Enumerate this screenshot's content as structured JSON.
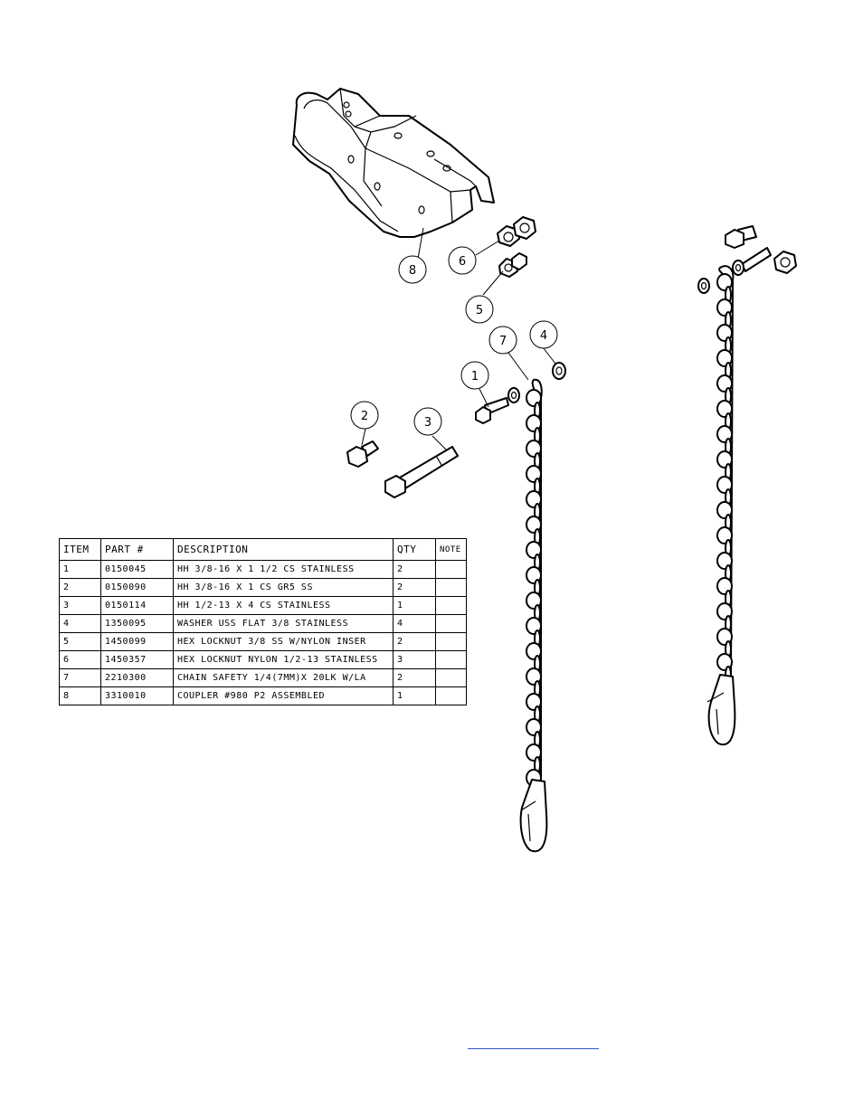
{
  "callouts": {
    "c1": "1",
    "c2": "2",
    "c3": "3",
    "c4": "4",
    "c5": "5",
    "c6": "6",
    "c7": "7",
    "c8": "8"
  },
  "bom": {
    "headers": [
      "ITEM",
      "PART #",
      "DESCRIPTION",
      "QTY",
      "NOTE"
    ],
    "rows": [
      {
        "item": "1",
        "part": "0150045",
        "desc": "HH 3/8-16 X 1 1/2 CS STAINLESS",
        "qty": "2",
        "note": ""
      },
      {
        "item": "2",
        "part": "0150090",
        "desc": "HH 3/8-16 X 1 CS GR5 SS",
        "qty": "2",
        "note": ""
      },
      {
        "item": "3",
        "part": "0150114",
        "desc": "HH 1/2-13 X 4 CS STAINLESS",
        "qty": "1",
        "note": ""
      },
      {
        "item": "4",
        "part": "1350095",
        "desc": "WASHER USS FLAT 3/8 STAINLESS",
        "qty": "4",
        "note": ""
      },
      {
        "item": "5",
        "part": "1450099",
        "desc": "HEX LOCKNUT 3/8 SS W/NYLON INSER",
        "qty": "2",
        "note": ""
      },
      {
        "item": "6",
        "part": "1450357",
        "desc": "HEX LOCKNUT NYLON 1/2-13 STAINLESS",
        "qty": "3",
        "note": ""
      },
      {
        "item": "7",
        "part": "2210300",
        "desc": "CHAIN SAFETY 1/4(7MM)X 20LK W/LA",
        "qty": "2",
        "note": ""
      },
      {
        "item": "8",
        "part": "3310010",
        "desc": "COUPLER #980 P2 ASSEMBLED",
        "qty": "1",
        "note": ""
      }
    ]
  },
  "footer": {
    "link_text": ""
  }
}
